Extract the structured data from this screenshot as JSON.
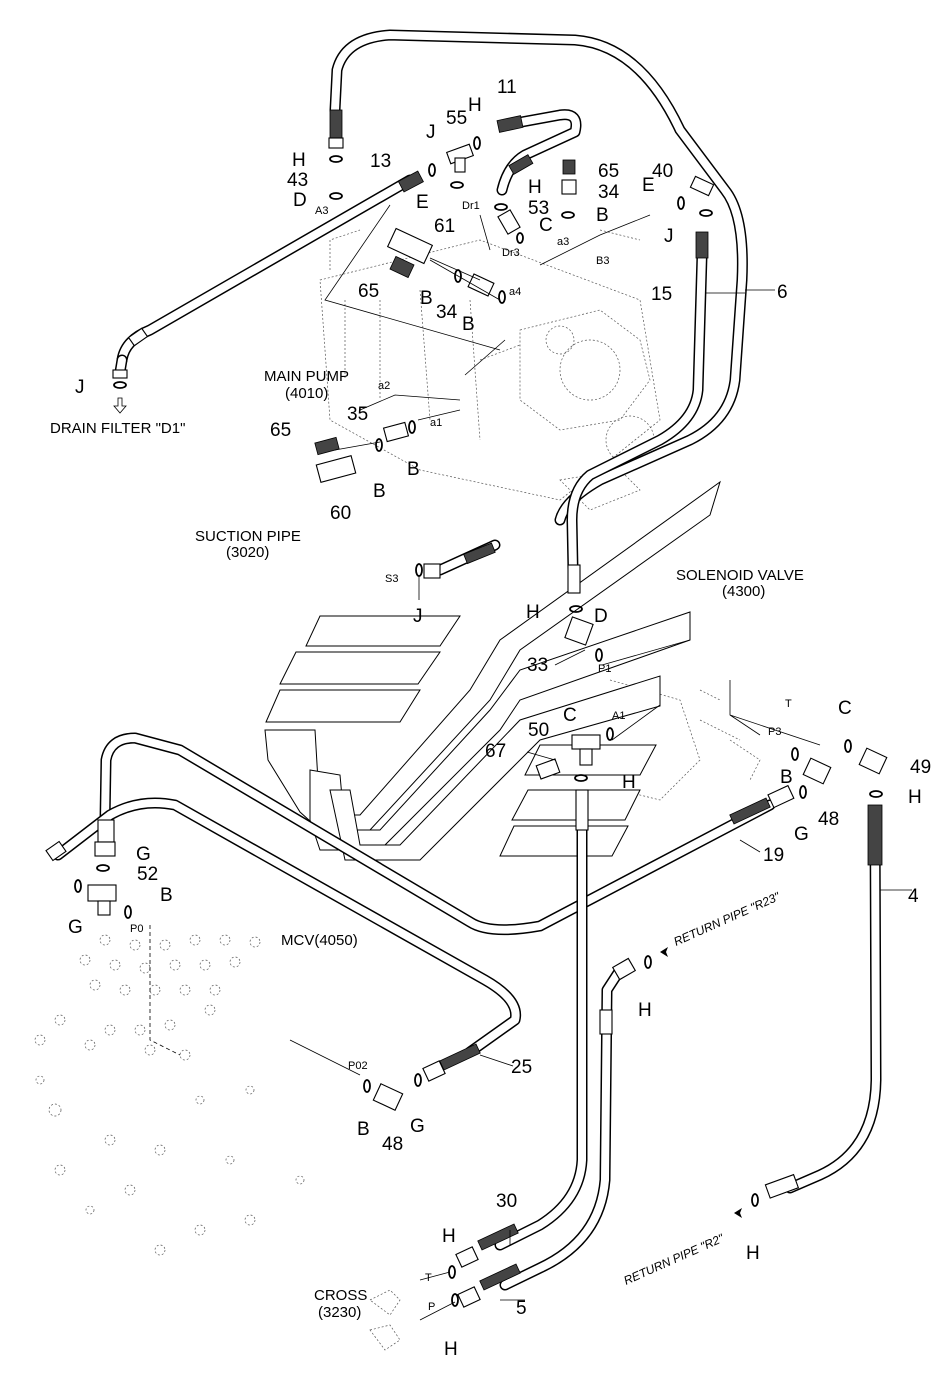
{
  "labels": {
    "drain_filter": "DRAIN FILTER \"D1\"",
    "main_pump": "MAIN PUMP",
    "main_pump_code": "(4010)",
    "suction_pipe": "SUCTION PIPE",
    "suction_pipe_code": "(3020)",
    "solenoid_valve": "SOLENOID VALVE",
    "solenoid_valve_code": "(4300)",
    "mcv": "MCV(4050)",
    "cross": "CROSS",
    "cross_code": "(3230)",
    "return_r23": "RETURN PIPE \"R23\"",
    "return_r2": "RETURN PIPE \"R2\""
  },
  "part_numbers": {
    "p11": "11",
    "p55": "55",
    "p13": "13",
    "p43": "43",
    "p65a": "65",
    "p34a": "34",
    "p40": "40",
    "p53": "53",
    "p61": "61",
    "p65b": "65",
    "p34b": "34",
    "p15": "15",
    "p6": "6",
    "p35": "35",
    "p65c": "65",
    "p60": "60",
    "p33": "33",
    "p50": "50",
    "p67": "67",
    "p49": "49",
    "p48a": "48",
    "p19": "19",
    "p4": "4",
    "p52": "52",
    "p25": "25",
    "p48b": "48",
    "p30": "30",
    "p5": "5"
  },
  "seal_letters": {
    "h1": "H",
    "j1": "J",
    "h2": "H",
    "d1": "D",
    "e1": "E",
    "h3": "H",
    "c1": "C",
    "b1": "B",
    "e2": "E",
    "j2": "J",
    "b2": "B",
    "b3": "B",
    "j3": "J",
    "b4": "B",
    "b5": "B",
    "j4": "J",
    "h4": "H",
    "d2": "D",
    "c2": "C",
    "h5": "H",
    "c3": "C",
    "h6": "H",
    "b6": "B",
    "g1": "G",
    "g2": "G",
    "b7": "B",
    "g3": "G",
    "h7": "H",
    "b8": "B",
    "g4": "G",
    "h8": "H",
    "h9": "H",
    "h10": "H"
  },
  "ports": {
    "a3": "A3",
    "dr1": "Dr1",
    "dr3": "Dr3",
    "a3_low": "a3",
    "b3": "B3",
    "a4": "a4",
    "a2": "a2",
    "a1": "a1",
    "s3": "S3",
    "p1": "P1",
    "a1_up": "A1",
    "t1": "T",
    "p3": "P3",
    "p0": "P0",
    "p02": "P02",
    "t2": "T",
    "p2": "P"
  }
}
